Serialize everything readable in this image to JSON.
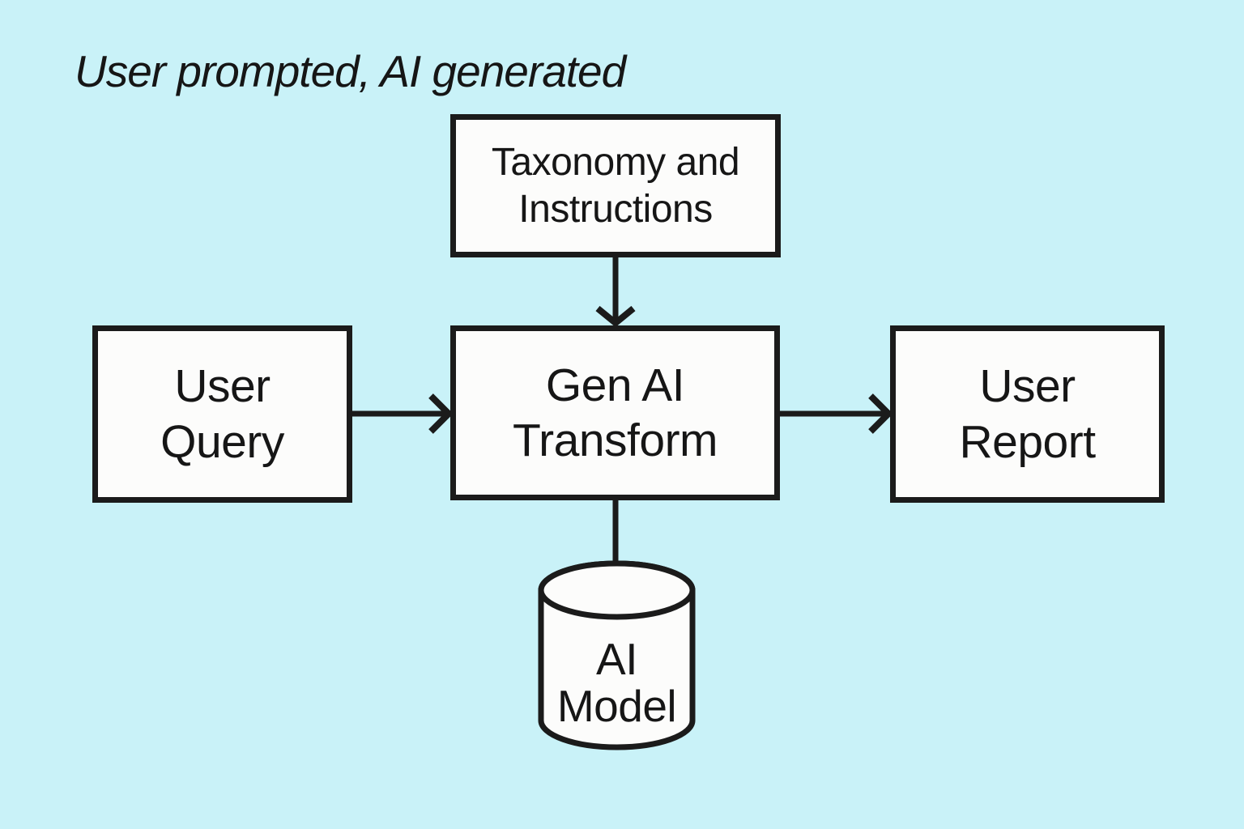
{
  "title": "User prompted, AI generated",
  "colors": {
    "background": "#c9f2f8",
    "box_fill": "#fcfcfb",
    "stroke": "#1b1b1b",
    "text": "#161616"
  },
  "nodes": {
    "taxonomy": {
      "label": "Taxonomy and\nInstructions",
      "shape": "rectangle"
    },
    "user_query": {
      "label": "User\nQuery",
      "shape": "rectangle"
    },
    "gen_ai": {
      "label": "Gen AI\nTransform",
      "shape": "rectangle"
    },
    "user_report": {
      "label": "User\nReport",
      "shape": "rectangle"
    },
    "ai_model": {
      "label": "AI\nModel",
      "shape": "cylinder"
    }
  },
  "edges": [
    {
      "from": "taxonomy",
      "to": "gen_ai",
      "style": "arrow",
      "direction": "down"
    },
    {
      "from": "user_query",
      "to": "gen_ai",
      "style": "arrow",
      "direction": "right"
    },
    {
      "from": "gen_ai",
      "to": "user_report",
      "style": "arrow",
      "direction": "right"
    },
    {
      "from": "gen_ai",
      "to": "ai_model",
      "style": "plain-line",
      "direction": "down"
    }
  ]
}
